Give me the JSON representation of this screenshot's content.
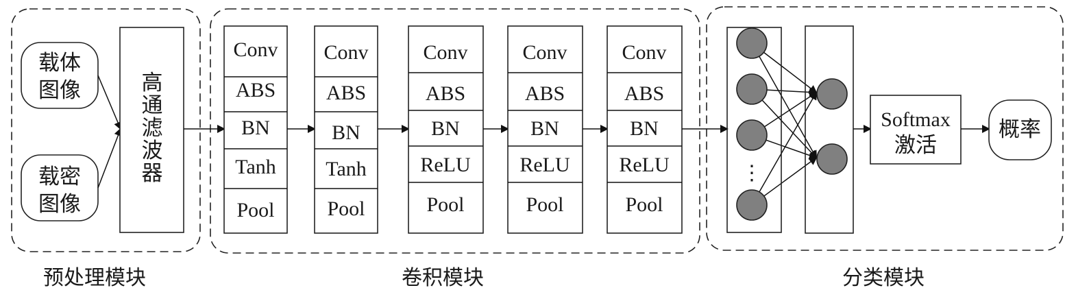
{
  "preprocess": {
    "caption": "预处理模块",
    "inputs": [
      {
        "line1": "载体",
        "line2": "图像"
      },
      {
        "line1": "载密",
        "line2": "图像"
      }
    ],
    "filter": [
      "高",
      "通",
      "滤",
      "波",
      "器"
    ]
  },
  "conv": {
    "caption": "卷积模块",
    "blocks": [
      [
        "Conv",
        "ABS",
        "BN",
        "Tanh",
        "Pool"
      ],
      [
        "Conv",
        "ABS",
        "BN",
        "Tanh",
        "Pool"
      ],
      [
        "Conv",
        "ABS",
        "BN",
        "ReLU",
        "Pool"
      ],
      [
        "Conv",
        "ABS",
        "BN",
        "ReLU",
        "Pool"
      ],
      [
        "Conv",
        "ABS",
        "BN",
        "ReLU",
        "Pool"
      ]
    ]
  },
  "classify": {
    "caption": "分类模块",
    "ellipsis": "⋮",
    "softmax": {
      "line1": "Softmax",
      "line2": "激活"
    },
    "output": "概率"
  }
}
